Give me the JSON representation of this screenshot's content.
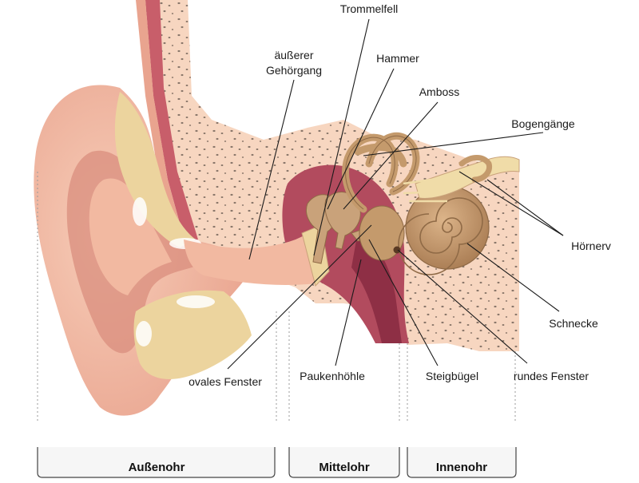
{
  "labels": {
    "trommelfell": "Trommelfell",
    "aeusserer_line1": "äußerer",
    "aeusserer_line2": "Gehörgang",
    "hammer": "Hammer",
    "amboss": "Amboss",
    "bogengaenge": "Bogengänge",
    "hoernerv": "Hörnerv",
    "schnecke": "Schnecke",
    "rundes_fenster": "rundes Fenster",
    "steigbuegel": "Steigbügel",
    "paukenhoehle": "Paukenhöhle",
    "ovales_fenster": "ovales Fenster"
  },
  "sections": {
    "aussenohr": "Außenohr",
    "mittelohr": "Mittelohr",
    "innenohr": "Innenohr"
  },
  "colors": {
    "skin": "#f2b9a1",
    "skin_light": "#f7cdb8",
    "skin_dark": "#d98d7d",
    "cartilage": "#ecd49e",
    "bone": "#f7d6c0",
    "cavity": "#b24b5e",
    "cavity_dark": "#8e2f45",
    "ossicle": "#c9a27a",
    "cochlea": "#c49a6c",
    "nerve": "#f0dca8",
    "dots": "#7d6b60"
  }
}
